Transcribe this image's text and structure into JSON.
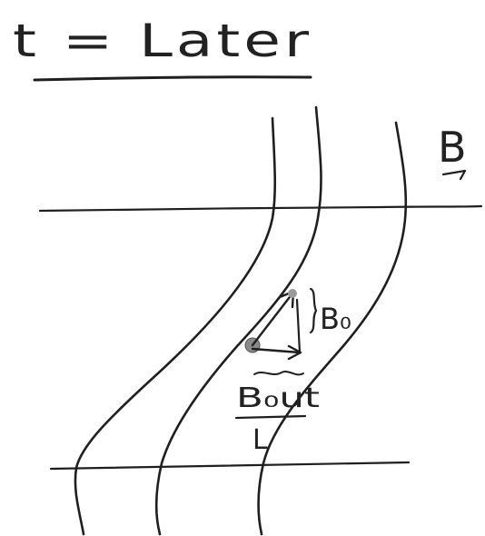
{
  "title": "t = Later",
  "field_label": "B",
  "vertical_component_label": "B₀",
  "horizontal_component_label": "B₀ut",
  "horizontal_component_denominator": "L",
  "icons": [
    "field-line",
    "flow-boundary-line",
    "displacement-vector",
    "brace"
  ]
}
